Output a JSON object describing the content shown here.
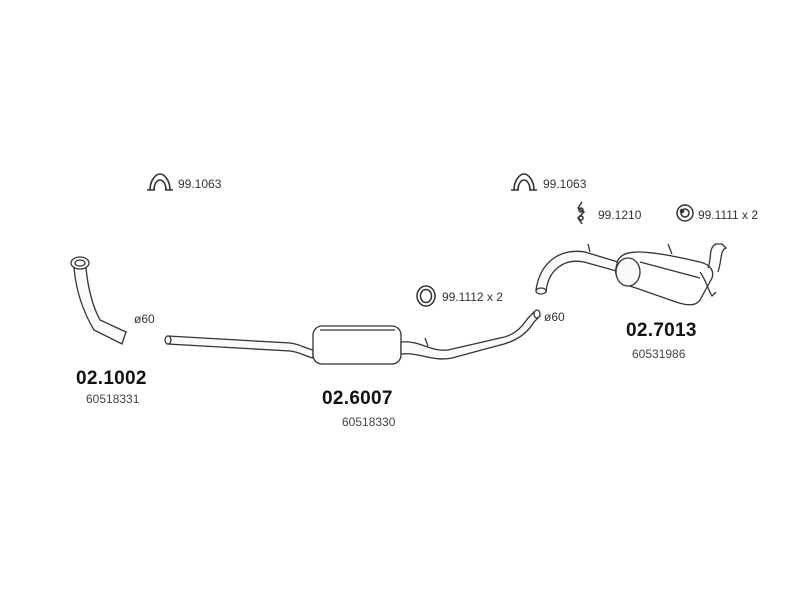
{
  "accessories": {
    "clamp_left": {
      "code": "99.1063"
    },
    "clamp_right": {
      "code": "99.1063"
    },
    "hanger": {
      "code": "99.1210"
    },
    "rubber_mount": {
      "code": "99.1111 x 2"
    },
    "ring_gasket": {
      "code": "99.1112 x 2"
    }
  },
  "parts": {
    "front_pipe": {
      "number": "02.1002",
      "oem": "60518331",
      "diameter": "ø60"
    },
    "middle_silencer": {
      "number": "02.6007",
      "oem": "60518330",
      "diameter": "ø60"
    },
    "rear_silencer": {
      "number": "02.7013",
      "oem": "60531986"
    }
  }
}
